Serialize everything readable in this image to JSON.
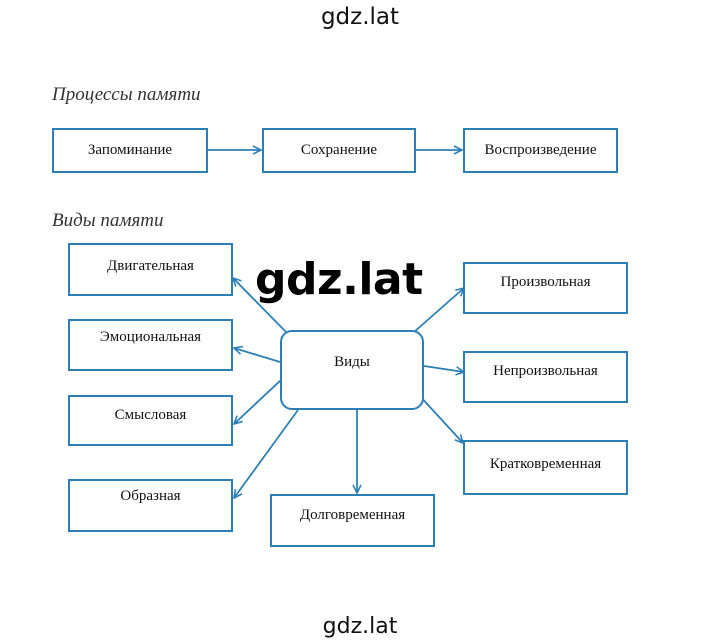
{
  "watermark": {
    "top": "gdz.lat",
    "center": "gdz.lat",
    "bottom": "gdz.lat"
  },
  "processes": {
    "heading": "Процессы памяти",
    "steps": [
      "Запоминание",
      "Сохранение",
      "Воспроизведение"
    ]
  },
  "types": {
    "heading": "Виды памяти",
    "center": "Виды",
    "left": [
      "Двигательная",
      "Эмоциональная",
      "Смысловая",
      "Образная"
    ],
    "right": [
      "Произвольная",
      "Непроизвольная",
      "Кратковременная"
    ],
    "bottom": "Долговременная"
  },
  "colors": {
    "box_border": "#2b7fb4",
    "arrow": "#2b7fb4"
  }
}
